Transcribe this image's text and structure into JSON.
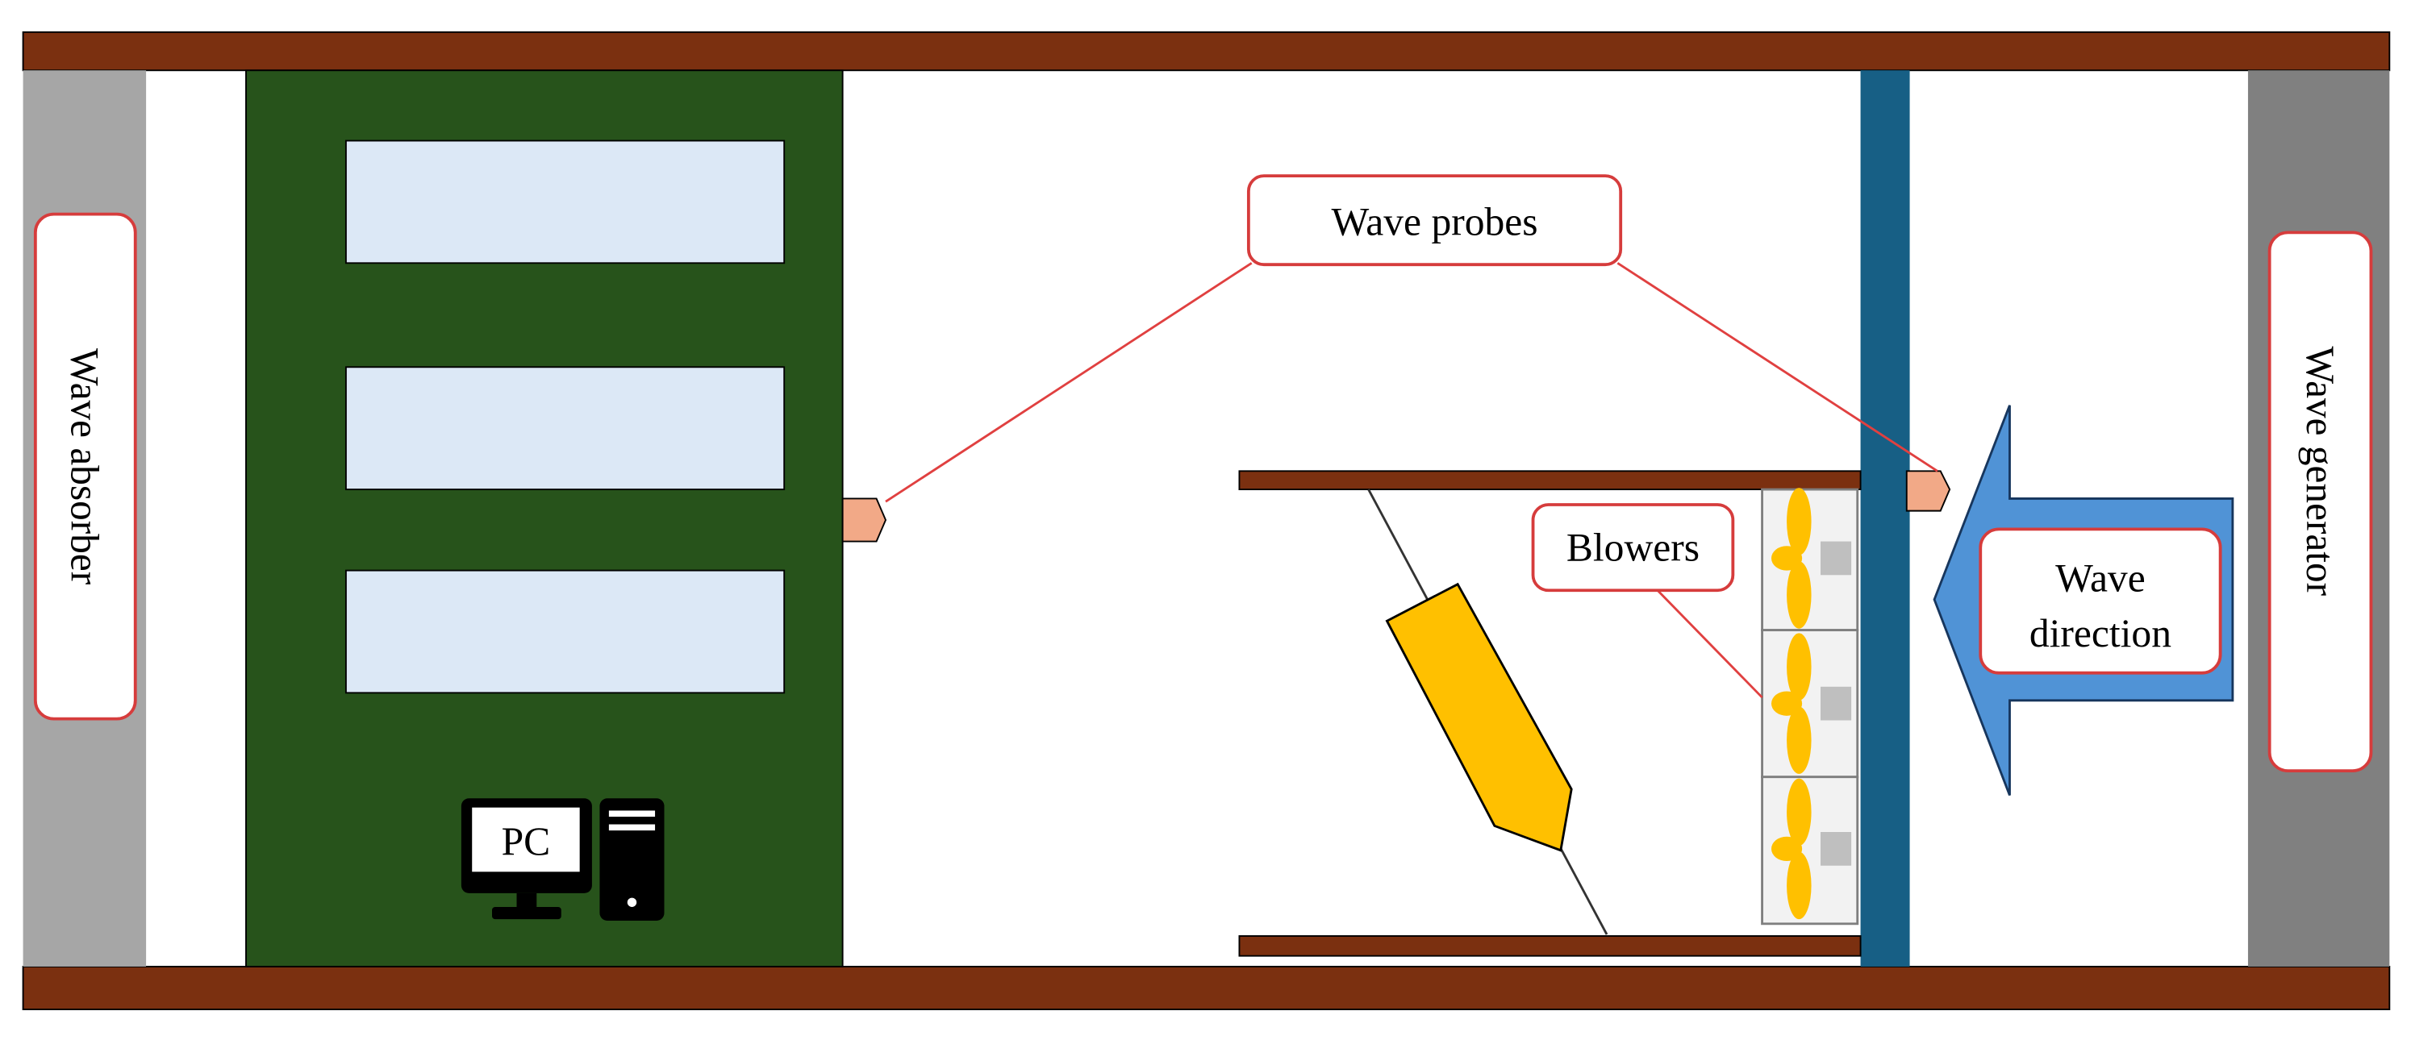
{
  "labels": {
    "wave_absorber": "Wave absorber",
    "wave_generator": "Wave generator",
    "wave_probes": "Wave probes",
    "blowers": "Blowers",
    "wave_direction_line1": "Wave",
    "wave_direction_line2": "direction",
    "pc": "PC"
  },
  "colors": {
    "tank_wall": "#7b3010",
    "absorber": "#a6a6a6",
    "generator": "#808080",
    "platform": "#27531b",
    "platform_window": "#dce8f6",
    "water_divider": "#175f85",
    "probe": "#f2a987",
    "callout_border": "#d63c3c",
    "leader_line": "#e04040",
    "arrow_fill": "#5093d6",
    "model_fill": "#ffc000",
    "blower_box": "#f2f2f2",
    "computer_icon": "#000000"
  },
  "icons": {
    "monitor": "monitor-icon",
    "tower": "pc-tower-icon",
    "propeller": "propeller-icon",
    "arrow": "arrow-left-icon",
    "probe": "wave-probe-icon"
  }
}
